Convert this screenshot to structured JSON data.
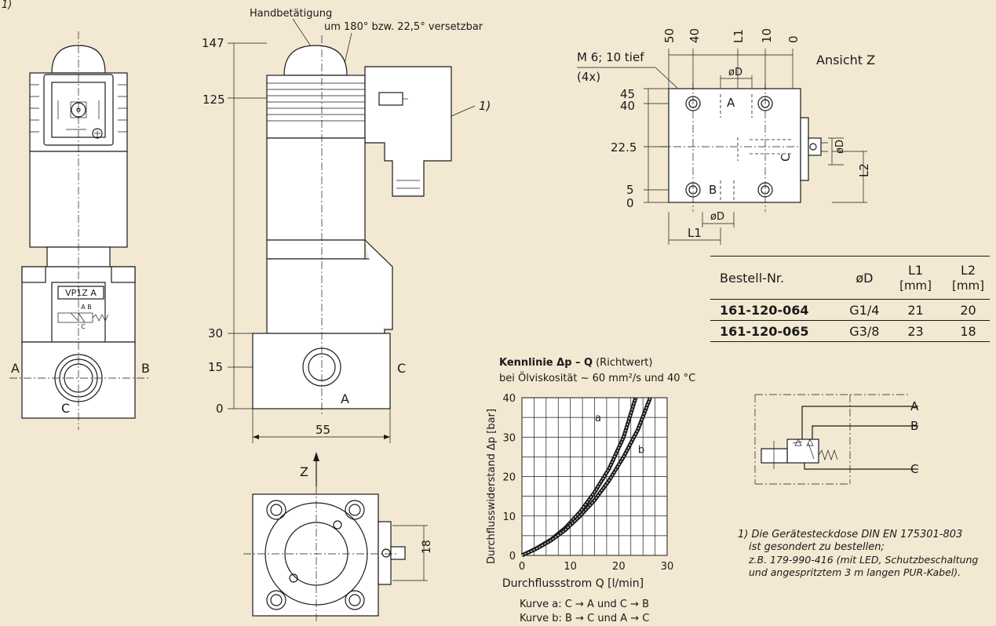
{
  "top_left_fragment": "1)",
  "side_view": {
    "label_handbetaetigung": "Handbetätigung",
    "label_versetzbar": "um 180° bzw. 22,5° versetzbar",
    "dim_147": "147",
    "dim_125": "125",
    "dim_30": "30",
    "dim_15": "15",
    "dim_0": "0",
    "dim_55": "55",
    "port_a": "A",
    "port_c": "C",
    "footnote_ref": "1)"
  },
  "front_view": {
    "valve_label": "VP1Z A",
    "symbol_ab": "A B",
    "symbol_c": "C",
    "port_a": "A",
    "port_b": "B",
    "port_c": "C"
  },
  "z_view": {
    "z_label": "Z",
    "dim_18": "18"
  },
  "ansicht_z": {
    "title": "Ansicht Z",
    "thread": "M 6; 10 tief",
    "thread_count": "(4x)",
    "top_dims": [
      "50",
      "40",
      "L1",
      "10",
      "0"
    ],
    "left_dims": [
      "45",
      "40",
      "22.5",
      "5",
      "0"
    ],
    "od_label": "øD",
    "l1_label": "L1",
    "l2_label": "L2",
    "port_a": "A",
    "port_b": "B",
    "port_c": "C"
  },
  "order_table": {
    "headers": [
      "Bestell-Nr.",
      "øD",
      "L1",
      "L2"
    ],
    "units": [
      "",
      "",
      "[mm]",
      "[mm]"
    ],
    "rows": [
      [
        "161-120-064",
        "G1/4",
        "21",
        "20"
      ],
      [
        "161-120-065",
        "G3/8",
        "23",
        "18"
      ]
    ]
  },
  "chart_data": {
    "type": "line",
    "title": "Kennlinie Δp – Q",
    "title_suffix": "(Richtwert)",
    "subtitle": "bei Ölviskosität ~ 60 mm²/s und 40 °C",
    "xlabel": "Durchflussstrom Q [l/min]",
    "ylabel": "Durchflusswiderstand  Δp [bar]",
    "xlim": [
      0,
      30
    ],
    "ylim": [
      0,
      40
    ],
    "xticks": [
      "0",
      "10",
      "20",
      "30"
    ],
    "yticks": [
      "0",
      "10",
      "20",
      "30",
      "40"
    ],
    "grid": true,
    "series": [
      {
        "name": "a",
        "x": [
          0,
          3,
          6,
          9,
          12,
          15,
          18,
          21,
          23.5
        ],
        "y": [
          0,
          1.8,
          4,
          7,
          11,
          16,
          22,
          30,
          40
        ]
      },
      {
        "name": "b",
        "x": [
          0,
          3,
          6,
          9,
          12,
          15,
          18,
          21,
          24,
          26.5
        ],
        "y": [
          0,
          1.7,
          3.8,
          6.5,
          10,
          14,
          19,
          25,
          32,
          40
        ]
      }
    ],
    "legend_lines": [
      "Kurve a: C → A und C → B",
      "Kurve b: B → C und A → C"
    ]
  },
  "schematic": {
    "port_a": "A",
    "port_b": "B",
    "port_c": "C"
  },
  "footnote": {
    "line1": "1) Die Gerätesteckdose DIN EN 175301-803",
    "line2": "ist gesondert zu bestellen;",
    "line3": "z.B. 179-990-416 (mit LED, Schutzbeschaltung",
    "line4": "und angespritztem 3 m langen PUR-Kabel)."
  }
}
